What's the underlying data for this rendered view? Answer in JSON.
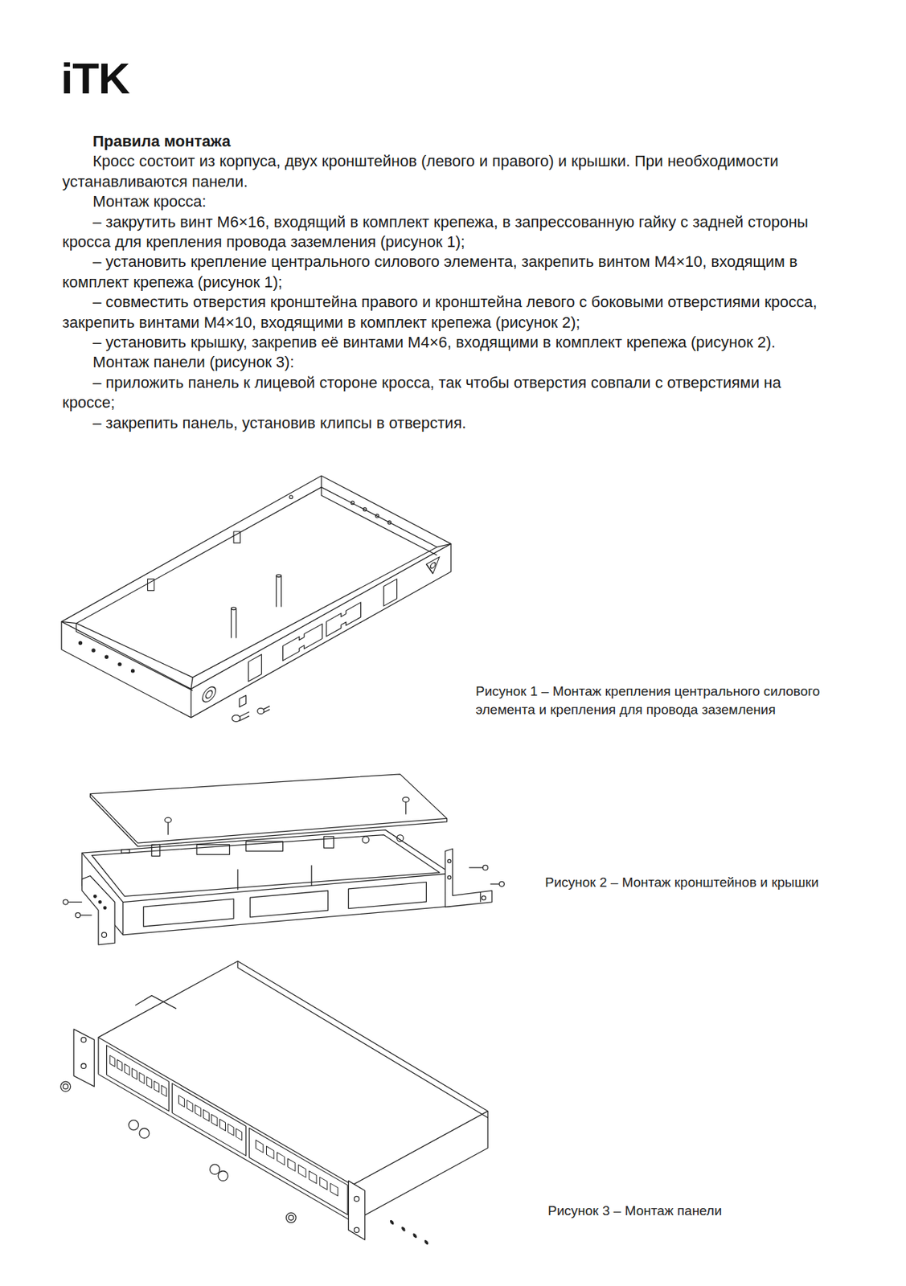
{
  "diagram": {
    "title": "Правила монтажа",
    "labels": [
      "iTK",
      "Кросс состоит из корпуса, двух кронштейнов (левого и правого) и крышки. При необходимости устанавливаются панели.",
      "Монтаж кросса:",
      "– закрутить винт М6×16, входящий в комплект крепежа, в запрессованную гайку с задней стороны кросса для крепления провода заземления (рисунок 1);",
      "– установить крепление центрального силового элемента, закрепить винтом М4×10, входящим в комплект крепежа (рисунок 1);",
      "– совместить отверстия кронштейна правого и кронштейна левого с боковыми отверстиями кросса, закрепить винтами М4×10, входящими в комплект крепежа (рисунок 2);",
      "– установить крышку, закрепив её винтами М4×6, входящими в комплект крепежа (рисунок 2).",
      "Монтаж панели (рисунок 3):",
      "– приложить панель к лицевой стороне кросса, так чтобы отверстия совпали с отверстиями на кроссе;",
      "– закрепить панель, установив клипсы в отверстия.",
      "Рисунок 1 – Монтаж крепления центрального силового элемента и крепления для провода заземления",
      "Рисунок 2 – Монтаж кронштейнов и крышки",
      "Рисунок 3 – Монтаж панели"
    ]
  }
}
